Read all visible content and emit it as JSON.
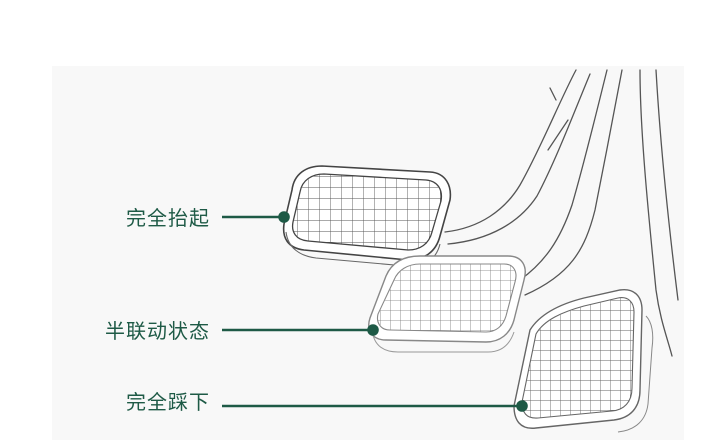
{
  "diagram": {
    "labels": {
      "fully_released": "完全抬起",
      "half_engaged": "半联动状态",
      "fully_pressed": "完全踩下"
    },
    "colors": {
      "label_text": "#1e5a46",
      "leader_line": "#1e5a46",
      "sketch_stroke": "#555555",
      "panel_background": "#f8f8f8"
    }
  }
}
